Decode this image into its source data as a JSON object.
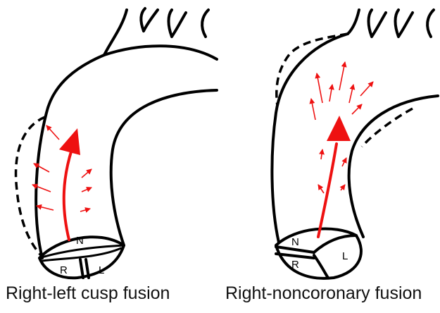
{
  "panels": [
    {
      "caption": "Right-left cusp fusion",
      "cusps": {
        "n": "N",
        "r": "R",
        "l": "L"
      }
    },
    {
      "caption": "Right-noncoronary fusion",
      "cusps": {
        "n": "N",
        "r": "R",
        "l": "L"
      }
    }
  ],
  "colors": {
    "outline": "#000000",
    "flow": "#ee1111"
  }
}
